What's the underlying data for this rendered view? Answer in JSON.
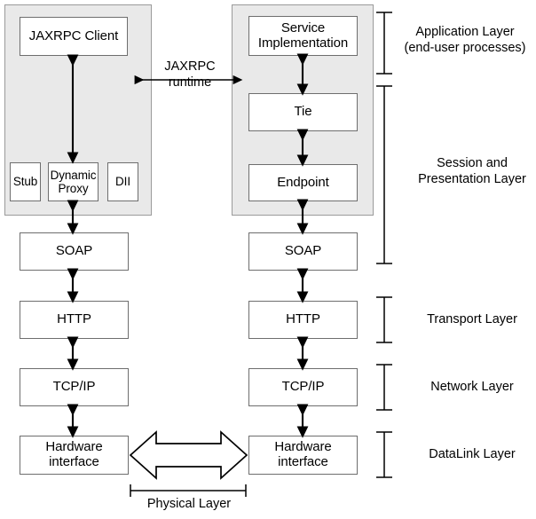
{
  "diagram": {
    "title": "JAX-RPC protocol stack mapped to OSI layers",
    "colors": {
      "panel_fill": "#e9e9e9",
      "panel_stroke": "#9a9a9a",
      "box_fill": "#ffffff",
      "box_stroke": "#6e6e6e",
      "line": "#000000",
      "background": "#ffffff"
    },
    "client_panel": {
      "name": "client-container",
      "boxes": [
        {
          "id": "jaxrpc-client",
          "label": "JAXRPC Client"
        },
        {
          "id": "stub",
          "label": "Stub"
        },
        {
          "id": "dynamic-proxy",
          "label": "Dynamic\nProxy"
        },
        {
          "id": "dii",
          "label": "DII"
        }
      ]
    },
    "server_panel": {
      "name": "server-container",
      "boxes": [
        {
          "id": "service-implementation",
          "label": "Service\nImplementation"
        },
        {
          "id": "tie",
          "label": "Tie"
        },
        {
          "id": "endpoint",
          "label": "Endpoint"
        }
      ]
    },
    "client_stack": [
      {
        "id": "client-soap",
        "label": "SOAP"
      },
      {
        "id": "client-http",
        "label": "HTTP"
      },
      {
        "id": "client-tcpip",
        "label": "TCP/IP"
      },
      {
        "id": "client-hardware",
        "label": "Hardware\ninterface"
      }
    ],
    "server_stack": [
      {
        "id": "server-soap",
        "label": "SOAP"
      },
      {
        "id": "server-http",
        "label": "HTTP"
      },
      {
        "id": "server-tcpip",
        "label": "TCP/IP"
      },
      {
        "id": "server-hardware",
        "label": "Hardware\ninterface"
      }
    ],
    "connector_label": "JAXRPC\nruntime",
    "physical_layer_label": "Physical Layer",
    "layer_labels": [
      {
        "id": "application-layer",
        "label": "Application Layer\n(end-user processes)"
      },
      {
        "id": "session-presentation-layer",
        "label": "Session and\nPresentation Layer"
      },
      {
        "id": "transport-layer",
        "label": "Transport Layer"
      },
      {
        "id": "network-layer",
        "label": "Network Layer"
      },
      {
        "id": "datalink-layer",
        "label": "DataLink Layer"
      }
    ]
  }
}
